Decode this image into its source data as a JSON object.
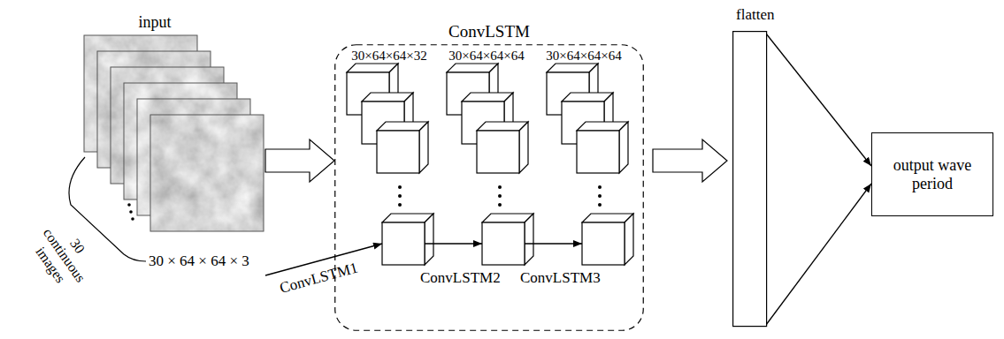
{
  "diagram": {
    "nodes": [
      {
        "text": [
          "input"
        ]
      },
      {
        "text": [
          "ConvLSTM"
        ]
      },
      {
        "text": [
          "30×64×64×32"
        ],
        "in": 1
      },
      {
        "text": [
          "30×64×64×64",
          "ConvLSTM2"
        ],
        "in": 1
      },
      {
        "text": [
          "30×64×64×64",
          "ConvLSTM3"
        ],
        "in": 1
      },
      {
        "text": [
          "flatten"
        ]
      },
      {
        "text": [
          "output wave period"
        ]
      }
    ],
    "edges": [
      {
        "from": 0,
        "to": 1,
        "arrow": "to"
      },
      {
        "from": 0,
        "to": 2,
        "label": "ConvLSTM1",
        "arrow": "to"
      },
      {
        "from": 2,
        "to": 3,
        "arrow": "to"
      },
      {
        "from": 3,
        "to": 4,
        "arrow": "to"
      },
      {
        "from": 1,
        "to": 5,
        "arrow": "to"
      },
      {
        "from": 5,
        "to": 6,
        "arrow": "to"
      }
    ],
    "labels": [
      "30 continuous images",
      "30 × 64 × 64 × 3"
    ]
  }
}
